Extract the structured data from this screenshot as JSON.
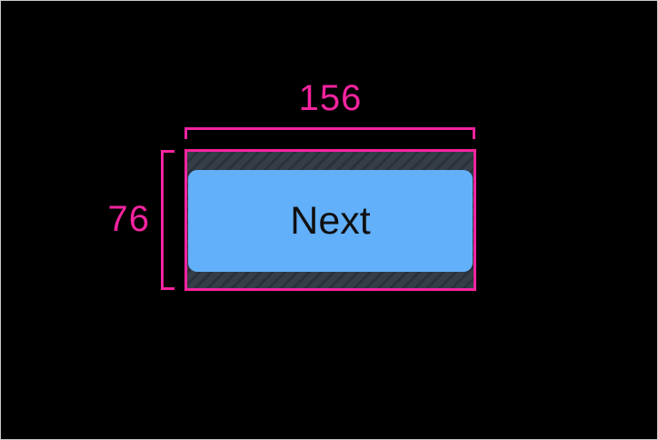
{
  "canvas": {
    "description": "black preview canvas with measurement overlay"
  },
  "colors": {
    "canvas_bg": "#000000",
    "frame_border": "#c9c9c9",
    "accent_pink": "#f5249f",
    "hatch_bg": "#353d47",
    "hatch_stripe": "#2a313a",
    "button_bg": "#62b0fa",
    "button_text": "#101010"
  },
  "annotations": {
    "width_label": "156",
    "height_label": "76"
  },
  "button": {
    "label": "Next"
  }
}
